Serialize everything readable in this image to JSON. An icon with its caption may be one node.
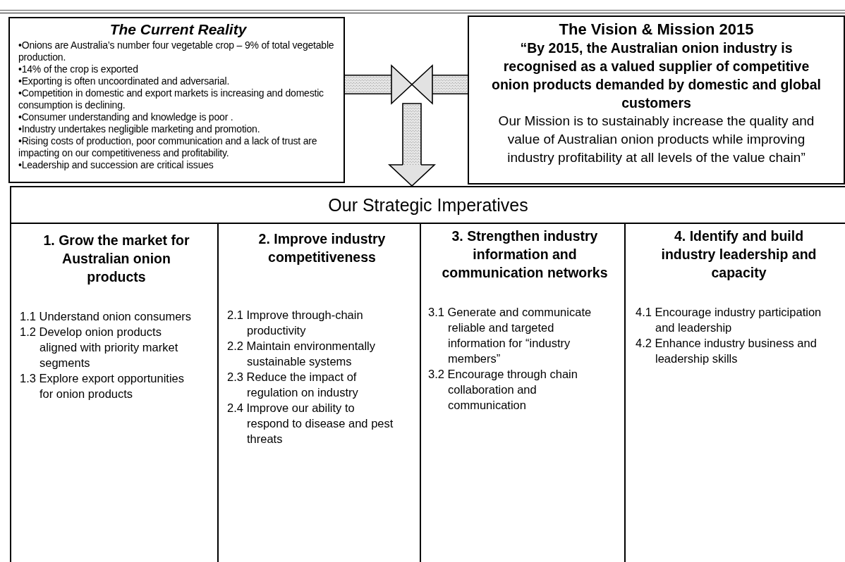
{
  "diagram": {
    "nodes": [
      {
        "text": [
          "The Current Reality",
          "•Onions are Australia’s number four vegetable crop – 9% of total vegetable production.",
          "•14% of the crop is exported",
          "•Exporting is often uncoordinated and adversarial.",
          "•Competition in domestic and export markets is increasing and domestic consumption is declining.",
          "•Consumer understanding and knowledge is poor .",
          "•Industry undertakes negligible marketing and promotion.",
          "•Rising costs of production, poor communication and a lack of trust are impacting on our competitiveness and profitability.",
          "•Leadership and succession are critical issues"
        ]
      },
      {
        "text": [
          "The Vision & Mission 2015",
          "“By 2015, the Australian onion industry is recognised as a valued supplier of competitive onion products demanded by domestic and global customers",
          "Our Mission is to sustainably increase the quality and value of Australian onion products while improving industry profitability at all levels of the value chain”"
        ]
      },
      {
        "text": [
          "Our Strategic Imperatives"
        ]
      },
      {
        "text": [
          "1. Grow the market for Australian onion products",
          "1.1  Understand onion consumers",
          "1.2  Develop onion products aligned with priority market segments",
          "1.3  Explore export opportunities for onion products"
        ],
        "in": 2
      },
      {
        "text": [
          "2. Improve industry competitiveness",
          "2.1  Improve through-chain productivity",
          "2.2  Maintain environmentally sustainable systems",
          "2.3  Reduce the impact of regulation on industry",
          "2.4  Improve our ability to respond to disease and pest threats"
        ],
        "in": 2
      },
      {
        "text": [
          "3. Strengthen industry information and communication networks",
          "3.1  Generate and communicate reliable and targeted information for “industry members”",
          "3.2 Encourage through chain collaboration and communication"
        ],
        "in": 2
      },
      {
        "text": [
          "4. Identify and build industry leadership and capacity",
          "4.1  Encourage  industry participation and leadership",
          "4.2  Enhance industry business and leadership skills"
        ],
        "in": 2
      }
    ],
    "edges": [
      {
        "from": 0,
        "to": 2,
        "arrow": "to"
      },
      {
        "from": 1,
        "to": 2,
        "arrow": "to"
      }
    ]
  }
}
